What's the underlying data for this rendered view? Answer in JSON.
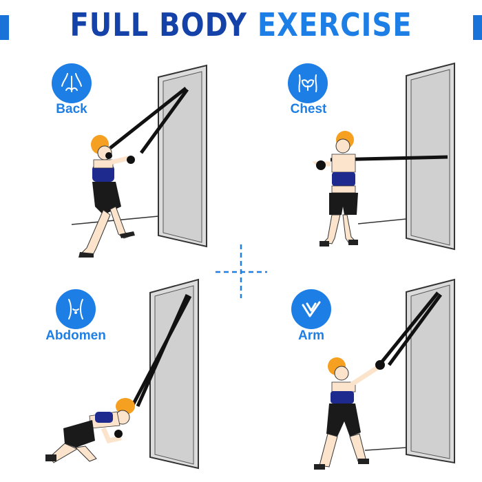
{
  "title": {
    "part1": "FULL BODY",
    "part2": "EXERCISE"
  },
  "exercises": [
    {
      "label": "Back",
      "icon": "back-muscle-icon"
    },
    {
      "label": "Chest",
      "icon": "chest-muscle-icon"
    },
    {
      "label": "Abdomen",
      "icon": "abdomen-icon"
    },
    {
      "label": "Arm",
      "icon": "arm-check-icon"
    }
  ],
  "colors": {
    "accent_blue": "#1d7ee6",
    "title_dark_blue": "#1442a8",
    "door_gray": "#d9d9d9",
    "hair_orange": "#f5a020",
    "top_navy": "#1f2a8f"
  }
}
